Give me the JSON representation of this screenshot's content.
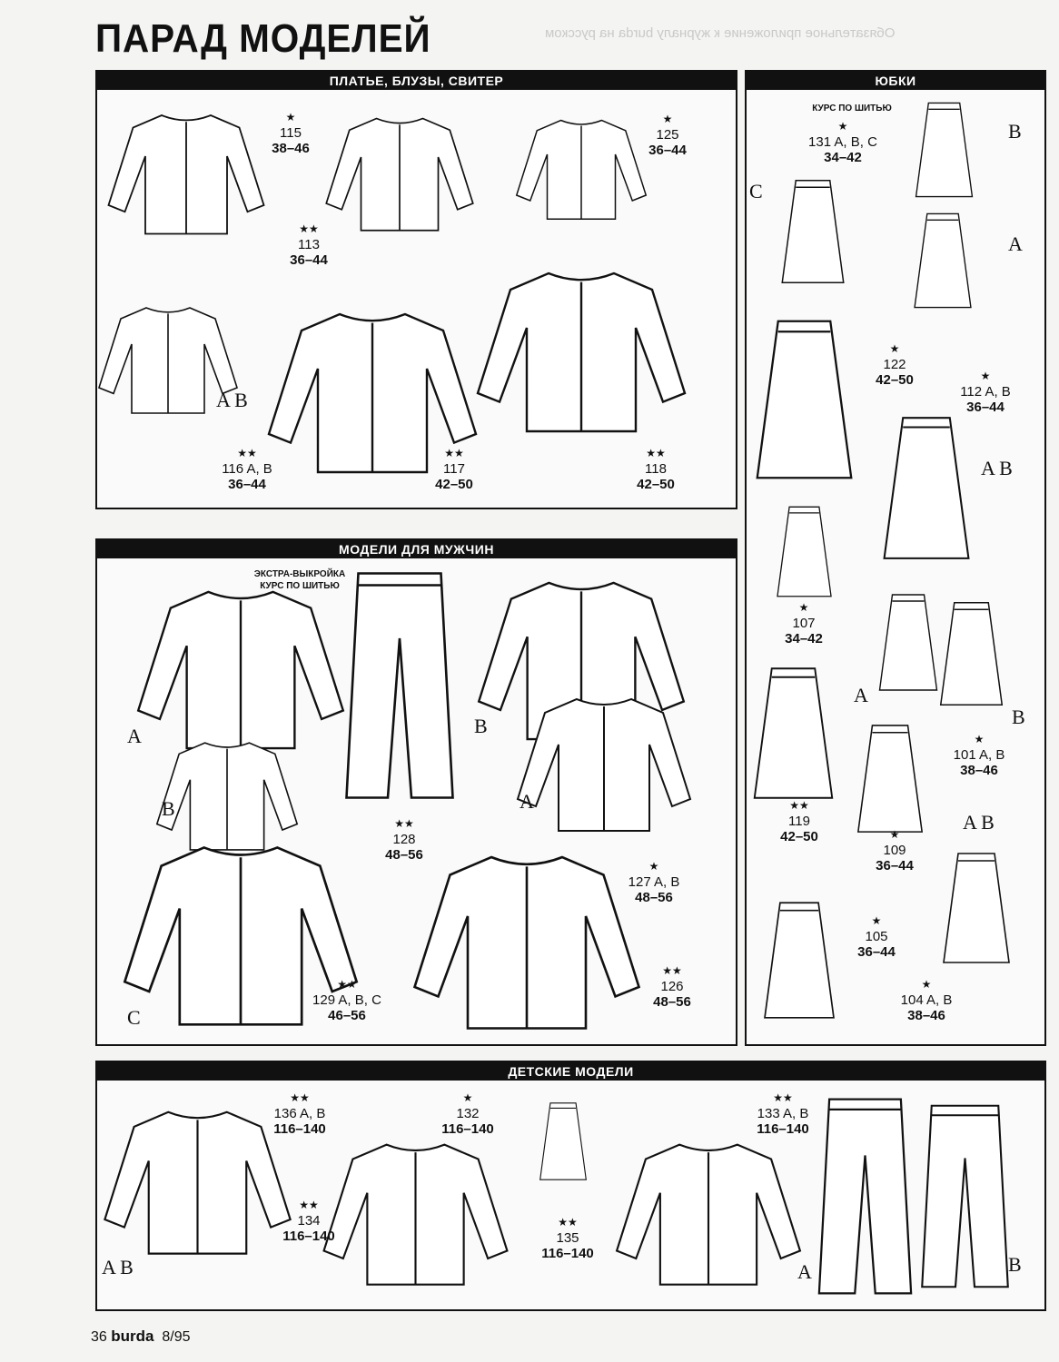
{
  "title": "ПАРАД МОДЕЛЕЙ",
  "ghost_text": "Обязательное приложение к журналу burda на русском",
  "sections": {
    "dresses": {
      "header": "ПЛАТЬЕ, БЛУЗЫ, СВИТЕР",
      "models": [
        {
          "stars": "★",
          "number": "115",
          "sizes": "38–46"
        },
        {
          "stars": "★★",
          "number": "113",
          "sizes": "36–44"
        },
        {
          "stars": "★",
          "number": "125",
          "sizes": "36–44"
        },
        {
          "stars": "★★",
          "number": "116 A, B",
          "sizes": "36–44"
        },
        {
          "stars": "★★",
          "number": "117",
          "sizes": "42–50"
        },
        {
          "stars": "★★",
          "number": "118",
          "sizes": "42–50"
        }
      ],
      "letters": [
        "A B"
      ]
    },
    "men": {
      "header": "МОДЕЛИ ДЛЯ МУЖЧИН",
      "note": [
        "ЭКСТРА-ВЫКРОЙКА",
        "КУРС ПО ШИТЬЮ"
      ],
      "models": [
        {
          "stars": "★★",
          "number": "128",
          "sizes": "48–56"
        },
        {
          "stars": "★",
          "number": "127 A, B",
          "sizes": "48–56"
        },
        {
          "stars": "★★",
          "number": "129 A, B, C",
          "sizes": "46–56"
        },
        {
          "stars": "★★",
          "number": "126",
          "sizes": "48–56"
        }
      ],
      "letters": [
        "A",
        "B",
        "C",
        "B",
        "A"
      ]
    },
    "skirts": {
      "header": "ЮБКИ",
      "note": "КУРС ПО ШИТЬЮ",
      "models": [
        {
          "stars": "★",
          "number": "131 A, B, C",
          "sizes": "34–42"
        },
        {
          "stars": "★",
          "number": "122",
          "sizes": "42–50"
        },
        {
          "stars": "★",
          "number": "112 A, B",
          "sizes": "36–44"
        },
        {
          "stars": "★",
          "number": "107",
          "sizes": "34–42"
        },
        {
          "stars": "★",
          "number": "101 A, B",
          "sizes": "38–46"
        },
        {
          "stars": "★★",
          "number": "119",
          "sizes": "42–50"
        },
        {
          "stars": "★",
          "number": "109",
          "sizes": "36–44"
        },
        {
          "stars": "★",
          "number": "105",
          "sizes": "36–44"
        },
        {
          "stars": "★",
          "number": "104 A, B",
          "sizes": "38–46"
        }
      ],
      "letters": [
        "C",
        "B",
        "A",
        "A B",
        "A",
        "B",
        "A B"
      ]
    },
    "kids": {
      "header": "ДЕТСКИЕ МОДЕЛИ",
      "models": [
        {
          "stars": "★★",
          "number": "136 A, B",
          "sizes": "116–140"
        },
        {
          "stars": "★",
          "number": "132",
          "sizes": "116–140"
        },
        {
          "stars": "★★",
          "number": "133 A, B",
          "sizes": "116–140"
        },
        {
          "stars": "★★",
          "number": "134",
          "sizes": "116–140"
        },
        {
          "stars": "★★",
          "number": "135",
          "sizes": "116–140"
        }
      ],
      "letters": [
        "A B",
        "A",
        "B"
      ]
    }
  },
  "footer": {
    "page": "36",
    "brand": "burda",
    "issue": "8/95"
  }
}
